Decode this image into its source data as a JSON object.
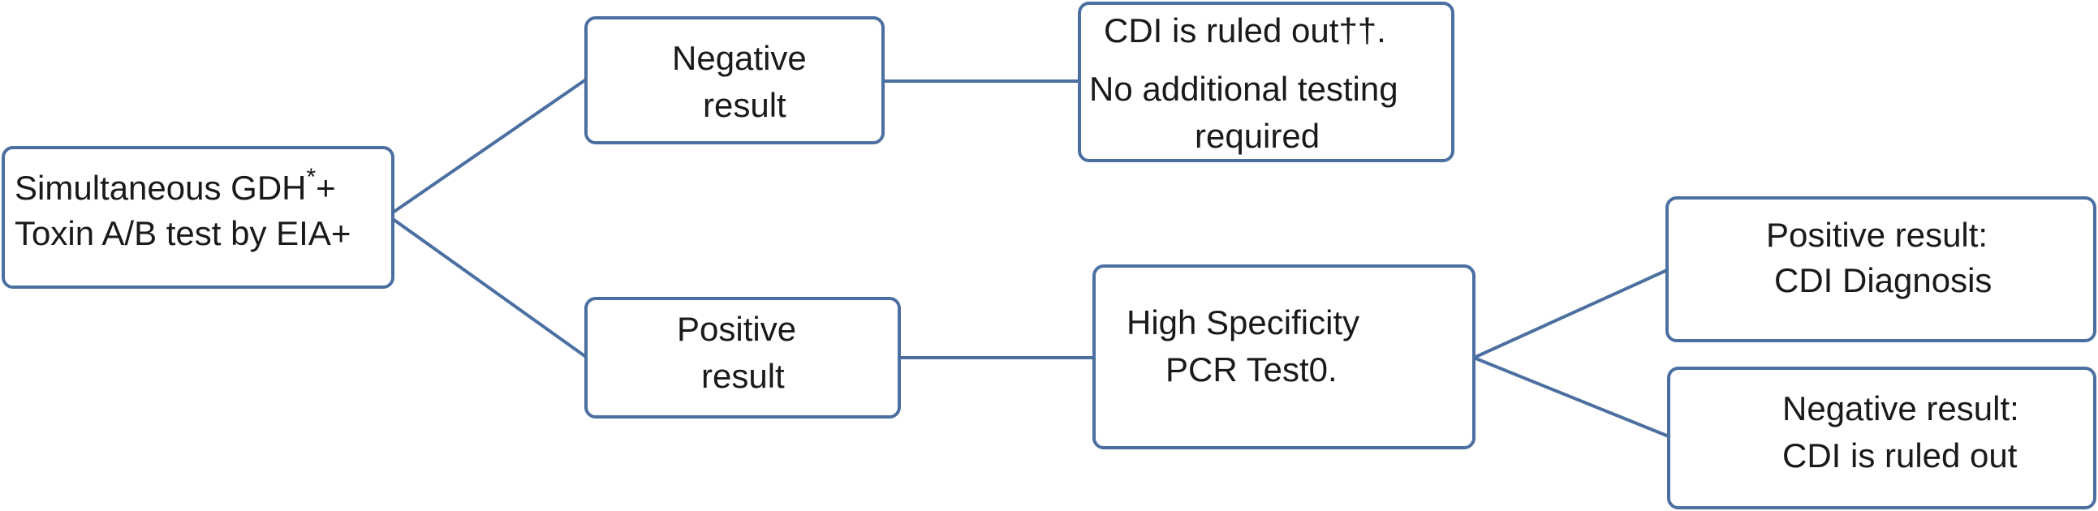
{
  "diagram": {
    "nodes": {
      "start": {
        "line1_pre": "Simultaneous GDH",
        "line1_sup": "*",
        "line1_post": "+",
        "line2": "Toxin A/B test by EIA+"
      },
      "negative_result": {
        "line1": "Negative",
        "line2": "result"
      },
      "ruled_out_initial": {
        "line1": "CDI is ruled out††.",
        "line2": "No additional testing",
        "line3": "required"
      },
      "positive_result": {
        "line1": "Positive",
        "line2": "result"
      },
      "pcr_test": {
        "line1": "High Specificity",
        "line2": "PCR Test0."
      },
      "cdi_diagnosis": {
        "line1": "Positive result:",
        "line2": "CDI Diagnosis"
      },
      "cdi_ruled_out_final": {
        "line1": "Negative result:",
        "line2": "CDI is ruled out"
      }
    },
    "edges": [
      {
        "from": "start",
        "to": "negative_result"
      },
      {
        "from": "start",
        "to": "positive_result"
      },
      {
        "from": "negative_result",
        "to": "ruled_out_initial"
      },
      {
        "from": "positive_result",
        "to": "pcr_test"
      },
      {
        "from": "pcr_test",
        "to": "cdi_diagnosis"
      },
      {
        "from": "pcr_test",
        "to": "cdi_ruled_out_final"
      }
    ],
    "colors": {
      "border": "#4a6fa0",
      "connector": "#4a6fa0",
      "text": "#1a1a1a",
      "background": "#ffffff"
    }
  }
}
